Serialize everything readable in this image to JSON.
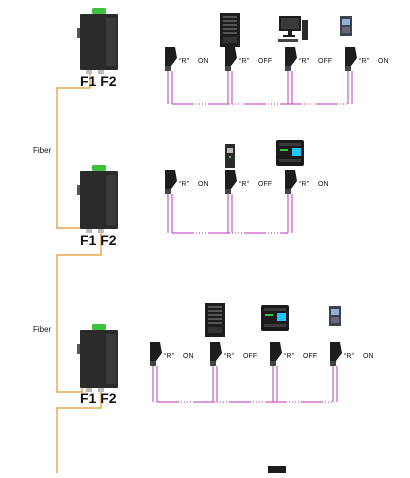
{
  "fiber_labels": [
    "Fiber",
    "Fiber"
  ],
  "port_labels": [
    "F1 F2",
    "F1 F2",
    "F1 F2"
  ],
  "rows": [
    {
      "devices": [
        "server-tower",
        "desktop-pc",
        "drive-module"
      ],
      "connectors": [
        {
          "label": "“R”",
          "state": "ON"
        },
        {
          "label": "“R”",
          "state": "OFF"
        },
        {
          "label": "“R”",
          "state": "OFF"
        },
        {
          "label": "“R”",
          "state": "ON"
        }
      ]
    },
    {
      "devices": [
        "plc-slim",
        "plc-controller"
      ],
      "connectors": [
        {
          "label": "“R”",
          "state": "ON"
        },
        {
          "label": "“R”",
          "state": "OFF"
        },
        {
          "label": "“R”",
          "state": "ON"
        }
      ]
    },
    {
      "devices": [
        "server-tower",
        "plc-controller",
        "drive-module"
      ],
      "connectors": [
        {
          "label": "“R”",
          "state": "ON"
        },
        {
          "label": "“R”",
          "state": "OFF"
        },
        {
          "label": "“R”",
          "state": "OFF"
        },
        {
          "label": "“R”",
          "state": "ON"
        }
      ]
    }
  ],
  "colors": {
    "fiber": "#e8a44a",
    "profibus": "#c55ac6",
    "device": "#2b2b2b",
    "screen": "#1ec8ff",
    "green": "#3cc23c"
  }
}
